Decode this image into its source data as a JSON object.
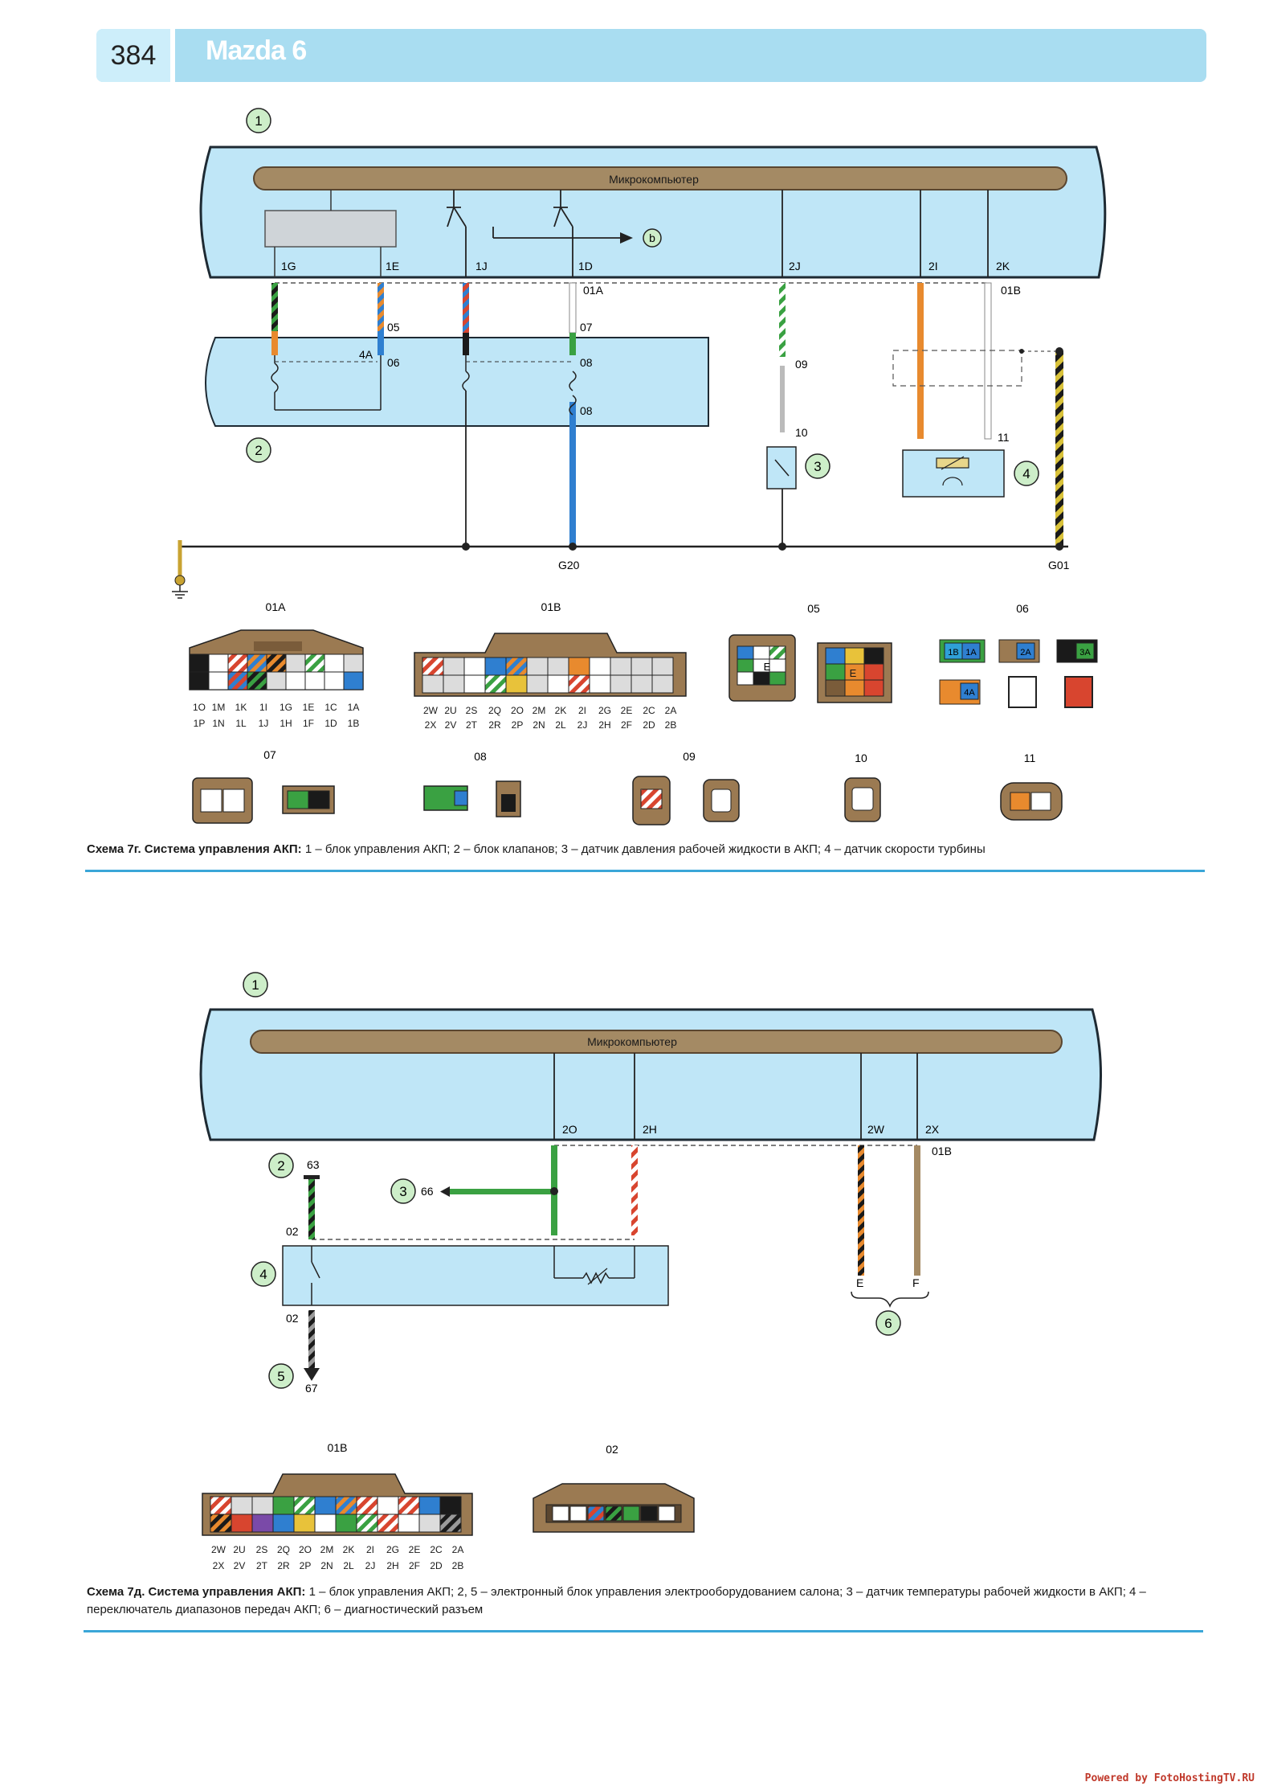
{
  "header": {
    "page_number": "384",
    "book_title": "Mazda 6"
  },
  "diagram_a": {
    "microcomputer_label": "Микрокомпьютер",
    "callouts": [
      "1",
      "2",
      "3",
      "4"
    ],
    "signal_label": "b",
    "pins": {
      "p1g": "1G",
      "p1e": "1E",
      "p1j": "1J",
      "p1d": "1D",
      "p2j": "2J",
      "p2i": "2I",
      "p2k": "2K"
    },
    "connector_tags": {
      "c01a": "01A",
      "c01b": "01B",
      "c05": "05",
      "c06": "06",
      "c4a": "4A",
      "c07": "07",
      "c08a": "08",
      "c08b": "08",
      "c09": "09",
      "c10": "10",
      "c11": "11"
    },
    "grounds": {
      "g20": "G20",
      "g01": "G01"
    },
    "connector_titles": {
      "t01a": "01A",
      "t01b": "01B",
      "t05": "05",
      "t06": "06",
      "t07": "07",
      "t08": "08",
      "t09": "09",
      "t10": "10",
      "t11": "11"
    },
    "c01a_pins_row1": [
      "1O",
      "1M",
      "1K",
      "1I",
      "1G",
      "1E",
      "1C",
      "1A"
    ],
    "c01a_pins_row2": [
      "1P",
      "1N",
      "1L",
      "1J",
      "1H",
      "1F",
      "1D",
      "1B"
    ],
    "c01b_pins_row1": [
      "2W",
      "2U",
      "2S",
      "2Q",
      "2O",
      "2M",
      "2K",
      "2I",
      "2G",
      "2E",
      "2C",
      "2A"
    ],
    "c01b_pins_row2": [
      "2X",
      "2V",
      "2T",
      "2R",
      "2P",
      "2N",
      "2L",
      "2J",
      "2H",
      "2F",
      "2D",
      "2B"
    ],
    "c05_letter": "E",
    "c06_pins": [
      "1B",
      "1A",
      "2A",
      "3A",
      "4A"
    ]
  },
  "caption_a": {
    "title": "Схема 7г. Система управления АКП:",
    "text": " 1 – блок управления АКП; 2 – блок клапанов; 3 – датчик давления рабочей жидкости в АКП; 4 – датчик скорости турбины"
  },
  "diagram_b": {
    "microcomputer_label": "Микрокомпьютер",
    "callouts": [
      "1",
      "2",
      "3",
      "4",
      "5",
      "6"
    ],
    "pins": {
      "p2o": "2O",
      "p2h": "2H",
      "p2w": "2W",
      "p2x": "2X"
    },
    "connector_tags": {
      "c01b": "01B",
      "c63": "63",
      "c66": "66",
      "c02a": "02",
      "c02b": "02",
      "c67": "67",
      "ce": "E",
      "cf": "F"
    },
    "connector_titles": {
      "t01b": "01B",
      "t02": "02"
    },
    "c01b_pins_row1": [
      "2W",
      "2U",
      "2S",
      "2Q",
      "2O",
      "2M",
      "2K",
      "2I",
      "2G",
      "2E",
      "2C",
      "2A"
    ],
    "c01b_pins_row2": [
      "2X",
      "2V",
      "2T",
      "2R",
      "2P",
      "2N",
      "2L",
      "2J",
      "2H",
      "2F",
      "2D",
      "2B"
    ]
  },
  "caption_b": {
    "title": "Схема 7д. Система управления АКП:",
    "text": " 1 – блок управления АКП; 2, 5 – электронный блок управления электрооборудованием салона; 3 – датчик температуры рабочей жидкости в АКП; 4 – переключатель диапазонов передач АКП; 6 – диагностический разъем"
  },
  "footer": {
    "credit": "Powered by FotoHostingTV.RU"
  },
  "colors": {
    "panel_blue": "#bfe6f7",
    "panel_edge": "#1e2a33",
    "bus_brown": "#a48a64",
    "wire_green": "#3aa142",
    "wire_orange": "#e88a2e",
    "wire_blue": "#2f7fd0",
    "wire_black": "#1a1a1a",
    "accent_rule": "#3aa6d8",
    "callout_fill": "#cdeec9"
  }
}
